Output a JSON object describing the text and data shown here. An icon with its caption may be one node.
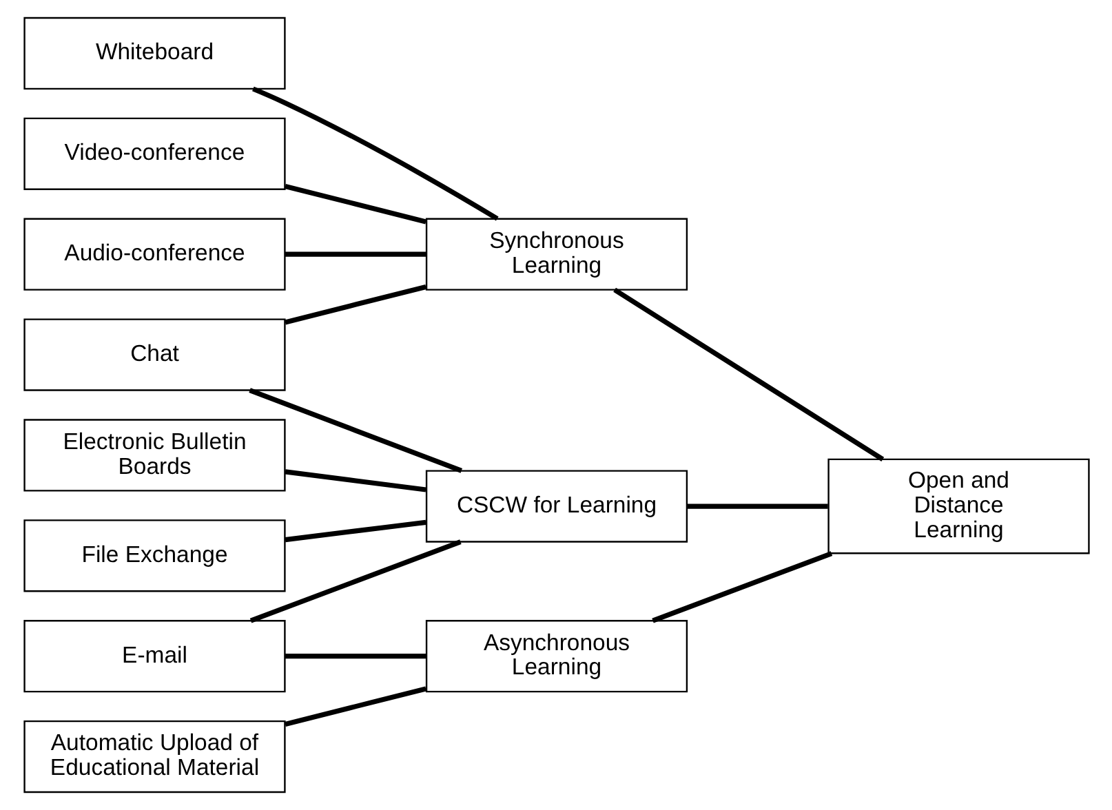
{
  "diagram": {
    "nodes": [
      {
        "text": [
          "Whiteboard"
        ]
      },
      {
        "text": [
          "Video-conference"
        ]
      },
      {
        "text": [
          "Audio-conference"
        ]
      },
      {
        "text": [
          "Chat"
        ]
      },
      {
        "text": [
          "Electronic Bulletin Boards"
        ]
      },
      {
        "text": [
          "File Exchange"
        ]
      },
      {
        "text": [
          "E-mail"
        ]
      },
      {
        "text": [
          "Automatic Upload of Educational Material"
        ]
      },
      {
        "text": [
          "Synchronous Learning"
        ]
      },
      {
        "text": [
          "CSCW for Learning"
        ]
      },
      {
        "text": [
          "Asynchronous Learning"
        ]
      },
      {
        "text": [
          "Open and Distance Learning"
        ]
      }
    ],
    "edges": [
      {
        "from": 0,
        "to": 8,
        "arrow": "none"
      },
      {
        "from": 1,
        "to": 8,
        "arrow": "none"
      },
      {
        "from": 2,
        "to": 8,
        "arrow": "none"
      },
      {
        "from": 3,
        "to": 8,
        "arrow": "none"
      },
      {
        "from": 3,
        "to": 9,
        "arrow": "none"
      },
      {
        "from": 4,
        "to": 9,
        "arrow": "none"
      },
      {
        "from": 5,
        "to": 9,
        "arrow": "none"
      },
      {
        "from": 6,
        "to": 9,
        "arrow": "none"
      },
      {
        "from": 6,
        "to": 10,
        "arrow": "none"
      },
      {
        "from": 7,
        "to": 10,
        "arrow": "none"
      },
      {
        "from": 8,
        "to": 11,
        "arrow": "none"
      },
      {
        "from": 9,
        "to": 11,
        "arrow": "none"
      },
      {
        "from": 10,
        "to": 11,
        "arrow": "none"
      }
    ]
  }
}
